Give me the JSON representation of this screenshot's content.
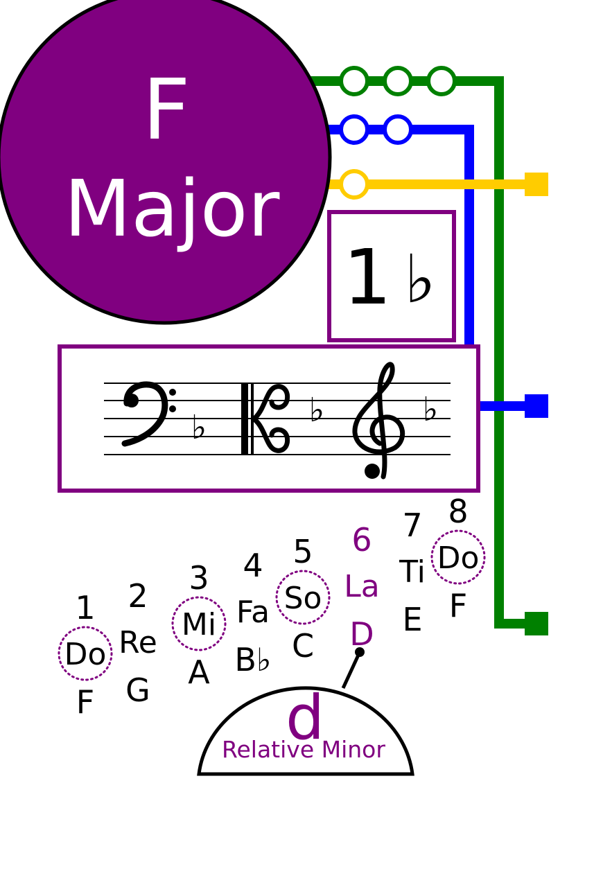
{
  "key": {
    "letter": "F",
    "quality": "Major",
    "circle_color": "#800080"
  },
  "signature": {
    "count": "1",
    "accidental": "♭"
  },
  "staff": {
    "bass_clef": "𝄢",
    "alto_clef": "𝄡",
    "treble_clef": "𝄞",
    "flat": "♭"
  },
  "lines": {
    "green": "#008000",
    "blue": "#0000ff",
    "yellow": "#ffcc00",
    "green_stops": 3,
    "blue_stops": 2,
    "yellow_stops": 1
  },
  "scale": [
    {
      "degree": "1",
      "solfege": "Do",
      "note": "F",
      "circled": true,
      "highlight": false
    },
    {
      "degree": "2",
      "solfege": "Re",
      "note": "G",
      "circled": false,
      "highlight": false
    },
    {
      "degree": "3",
      "solfege": "Mi",
      "note": "A",
      "circled": true,
      "highlight": false
    },
    {
      "degree": "4",
      "solfege": "Fa",
      "note": "B♭",
      "circled": false,
      "highlight": false
    },
    {
      "degree": "5",
      "solfege": "So",
      "note": "C",
      "circled": true,
      "highlight": false
    },
    {
      "degree": "6",
      "solfege": "La",
      "note": "D",
      "circled": false,
      "highlight": true
    },
    {
      "degree": "7",
      "solfege": "Ti",
      "note": "E",
      "circled": false,
      "highlight": false
    },
    {
      "degree": "8",
      "solfege": "Do",
      "note": "F",
      "circled": true,
      "highlight": false
    }
  ],
  "relative_minor": {
    "letter": "d",
    "label": "Relative Minor"
  },
  "colors": {
    "purple": "#800080",
    "black": "#000000"
  }
}
